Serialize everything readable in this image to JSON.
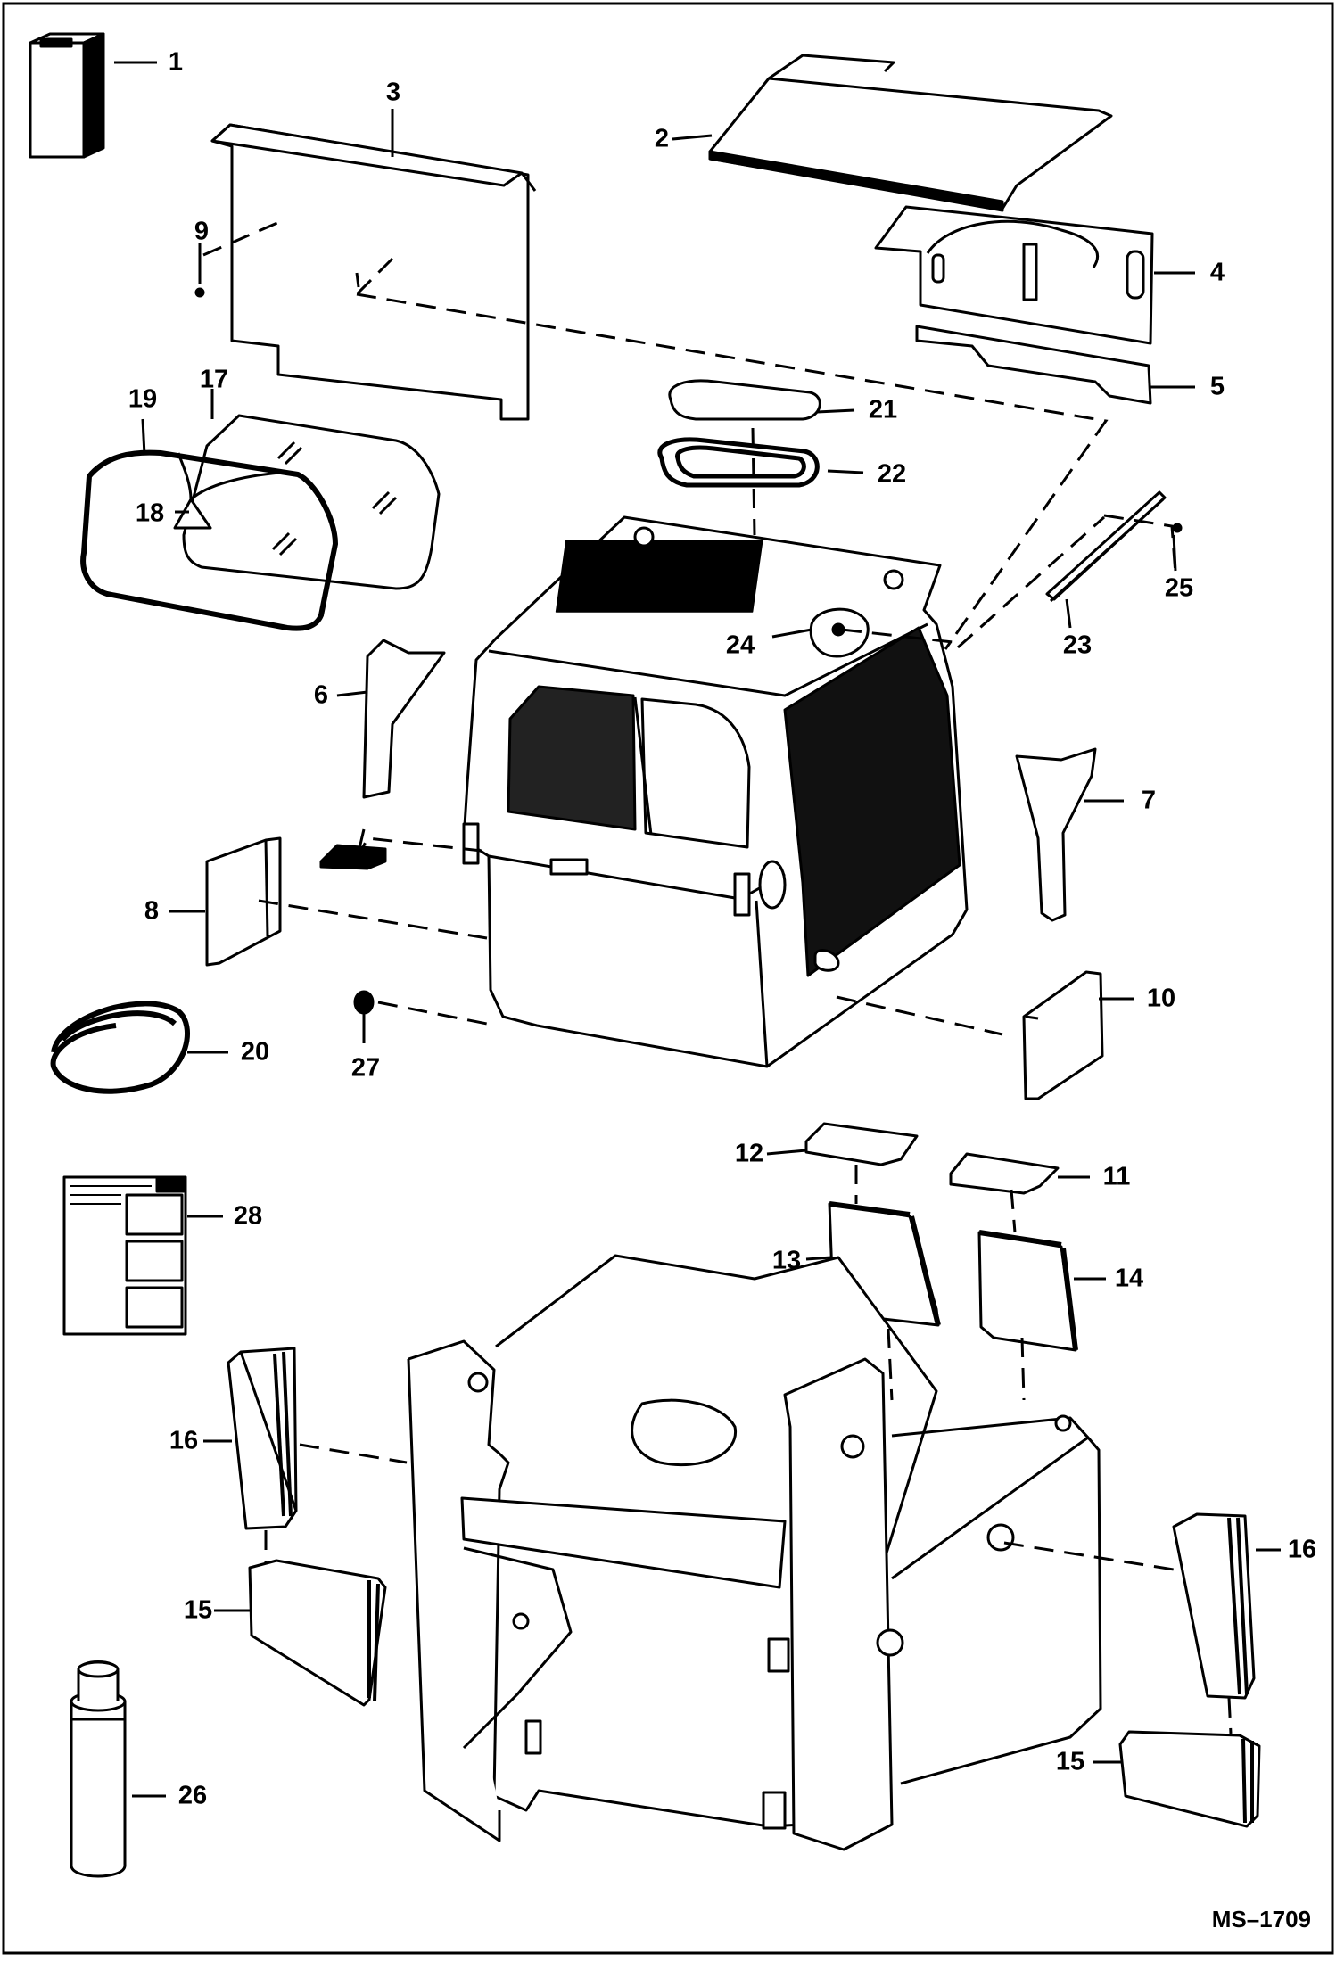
{
  "diagram": {
    "drawing_code": "MS–1709",
    "callouts": [
      {
        "id": "c1",
        "label": "1",
        "part": "box"
      },
      {
        "id": "c2",
        "label": "2",
        "part": "roof-panel"
      },
      {
        "id": "c3",
        "label": "3",
        "part": "rear-panel"
      },
      {
        "id": "c4",
        "label": "4",
        "part": "top-bracket-panel"
      },
      {
        "id": "c5",
        "label": "5",
        "part": "lower-strip"
      },
      {
        "id": "c6",
        "label": "6",
        "part": "left-post-pad"
      },
      {
        "id": "c7",
        "label": "7",
        "part": "right-post-pad"
      },
      {
        "id": "c8",
        "label": "8",
        "part": "left-pad"
      },
      {
        "id": "c9",
        "label": "9",
        "part": "fastener"
      },
      {
        "id": "c10",
        "label": "10",
        "part": "right-pad"
      },
      {
        "id": "c11",
        "label": "11",
        "part": "small-pad-right"
      },
      {
        "id": "c12",
        "label": "12",
        "part": "small-pad-left"
      },
      {
        "id": "c13",
        "label": "13",
        "part": "side-pad-left"
      },
      {
        "id": "c14",
        "label": "14",
        "part": "side-pad-right"
      },
      {
        "id": "c15",
        "label": "15",
        "part": "lower-block-left"
      },
      {
        "id": "c15b",
        "label": "15",
        "part": "lower-block-right"
      },
      {
        "id": "c16",
        "label": "16",
        "part": "tall-block-left"
      },
      {
        "id": "c16b",
        "label": "16",
        "part": "tall-block-right"
      },
      {
        "id": "c17",
        "label": "17",
        "part": "window-glass"
      },
      {
        "id": "c18",
        "label": "18",
        "part": "triangle-decal"
      },
      {
        "id": "c19",
        "label": "19",
        "part": "window-seal"
      },
      {
        "id": "c20",
        "label": "20",
        "part": "rubber-seal-coil"
      },
      {
        "id": "c21",
        "label": "21",
        "part": "top-window"
      },
      {
        "id": "c22",
        "label": "22",
        "part": "top-window-seal"
      },
      {
        "id": "c23",
        "label": "23",
        "part": "trim-strip"
      },
      {
        "id": "c24",
        "label": "24",
        "part": "plug"
      },
      {
        "id": "c25",
        "label": "25",
        "part": "screw"
      },
      {
        "id": "c26",
        "label": "26",
        "part": "adhesive-can"
      },
      {
        "id": "c27",
        "label": "27",
        "part": "grommet"
      },
      {
        "id": "c28",
        "label": "28",
        "part": "instruction-sheet"
      }
    ]
  }
}
